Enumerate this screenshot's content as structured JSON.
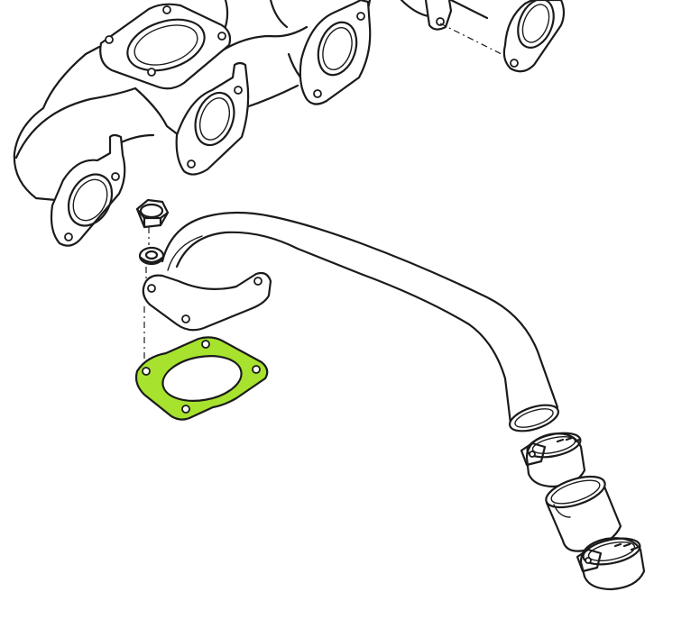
{
  "diagram": {
    "type": "exploded-parts-illustration",
    "parts": [
      {
        "name": "exhaust-manifold",
        "highlighted": false
      },
      {
        "name": "flange-nut",
        "highlighted": false
      },
      {
        "name": "lock-washer",
        "highlighted": false
      },
      {
        "name": "exhaust-downpipe",
        "highlighted": false
      },
      {
        "name": "flange-gasket",
        "highlighted": true
      },
      {
        "name": "hose-clamp-upper",
        "highlighted": false
      },
      {
        "name": "connector-sleeve",
        "highlighted": false
      },
      {
        "name": "hose-clamp-lower",
        "highlighted": false
      }
    ],
    "colors": {
      "line": "#1b1b1b",
      "background": "#ffffff",
      "highlight": "#a6e22e"
    }
  }
}
